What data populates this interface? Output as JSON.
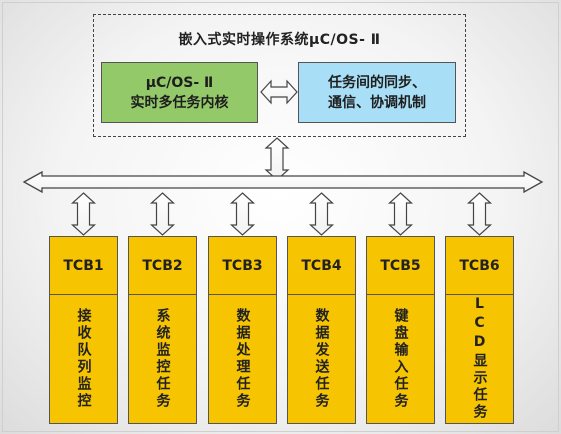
{
  "os": {
    "title": "嵌入式实时操作系统μC/OS- Ⅱ",
    "kernel_line1": "μC/OS- Ⅱ",
    "kernel_line2": "实时多任务内核",
    "sync_line1": "任务间的同步、",
    "sync_line2": "通信、协调机制"
  },
  "colors": {
    "kernel": "#94c96a",
    "sync": "#a8dff7",
    "tcb": "#f6c400"
  },
  "tasks": [
    {
      "tcb": "TCB1",
      "name": "接收队列监控"
    },
    {
      "tcb": "TCB2",
      "name": "系统监控任务"
    },
    {
      "tcb": "TCB3",
      "name": "数据处理任务"
    },
    {
      "tcb": "TCB4",
      "name": "数据发送任务"
    },
    {
      "tcb": "TCB5",
      "name": "键盘输入任务"
    },
    {
      "tcb": "TCB6",
      "name": "LCD显示任务"
    }
  ]
}
